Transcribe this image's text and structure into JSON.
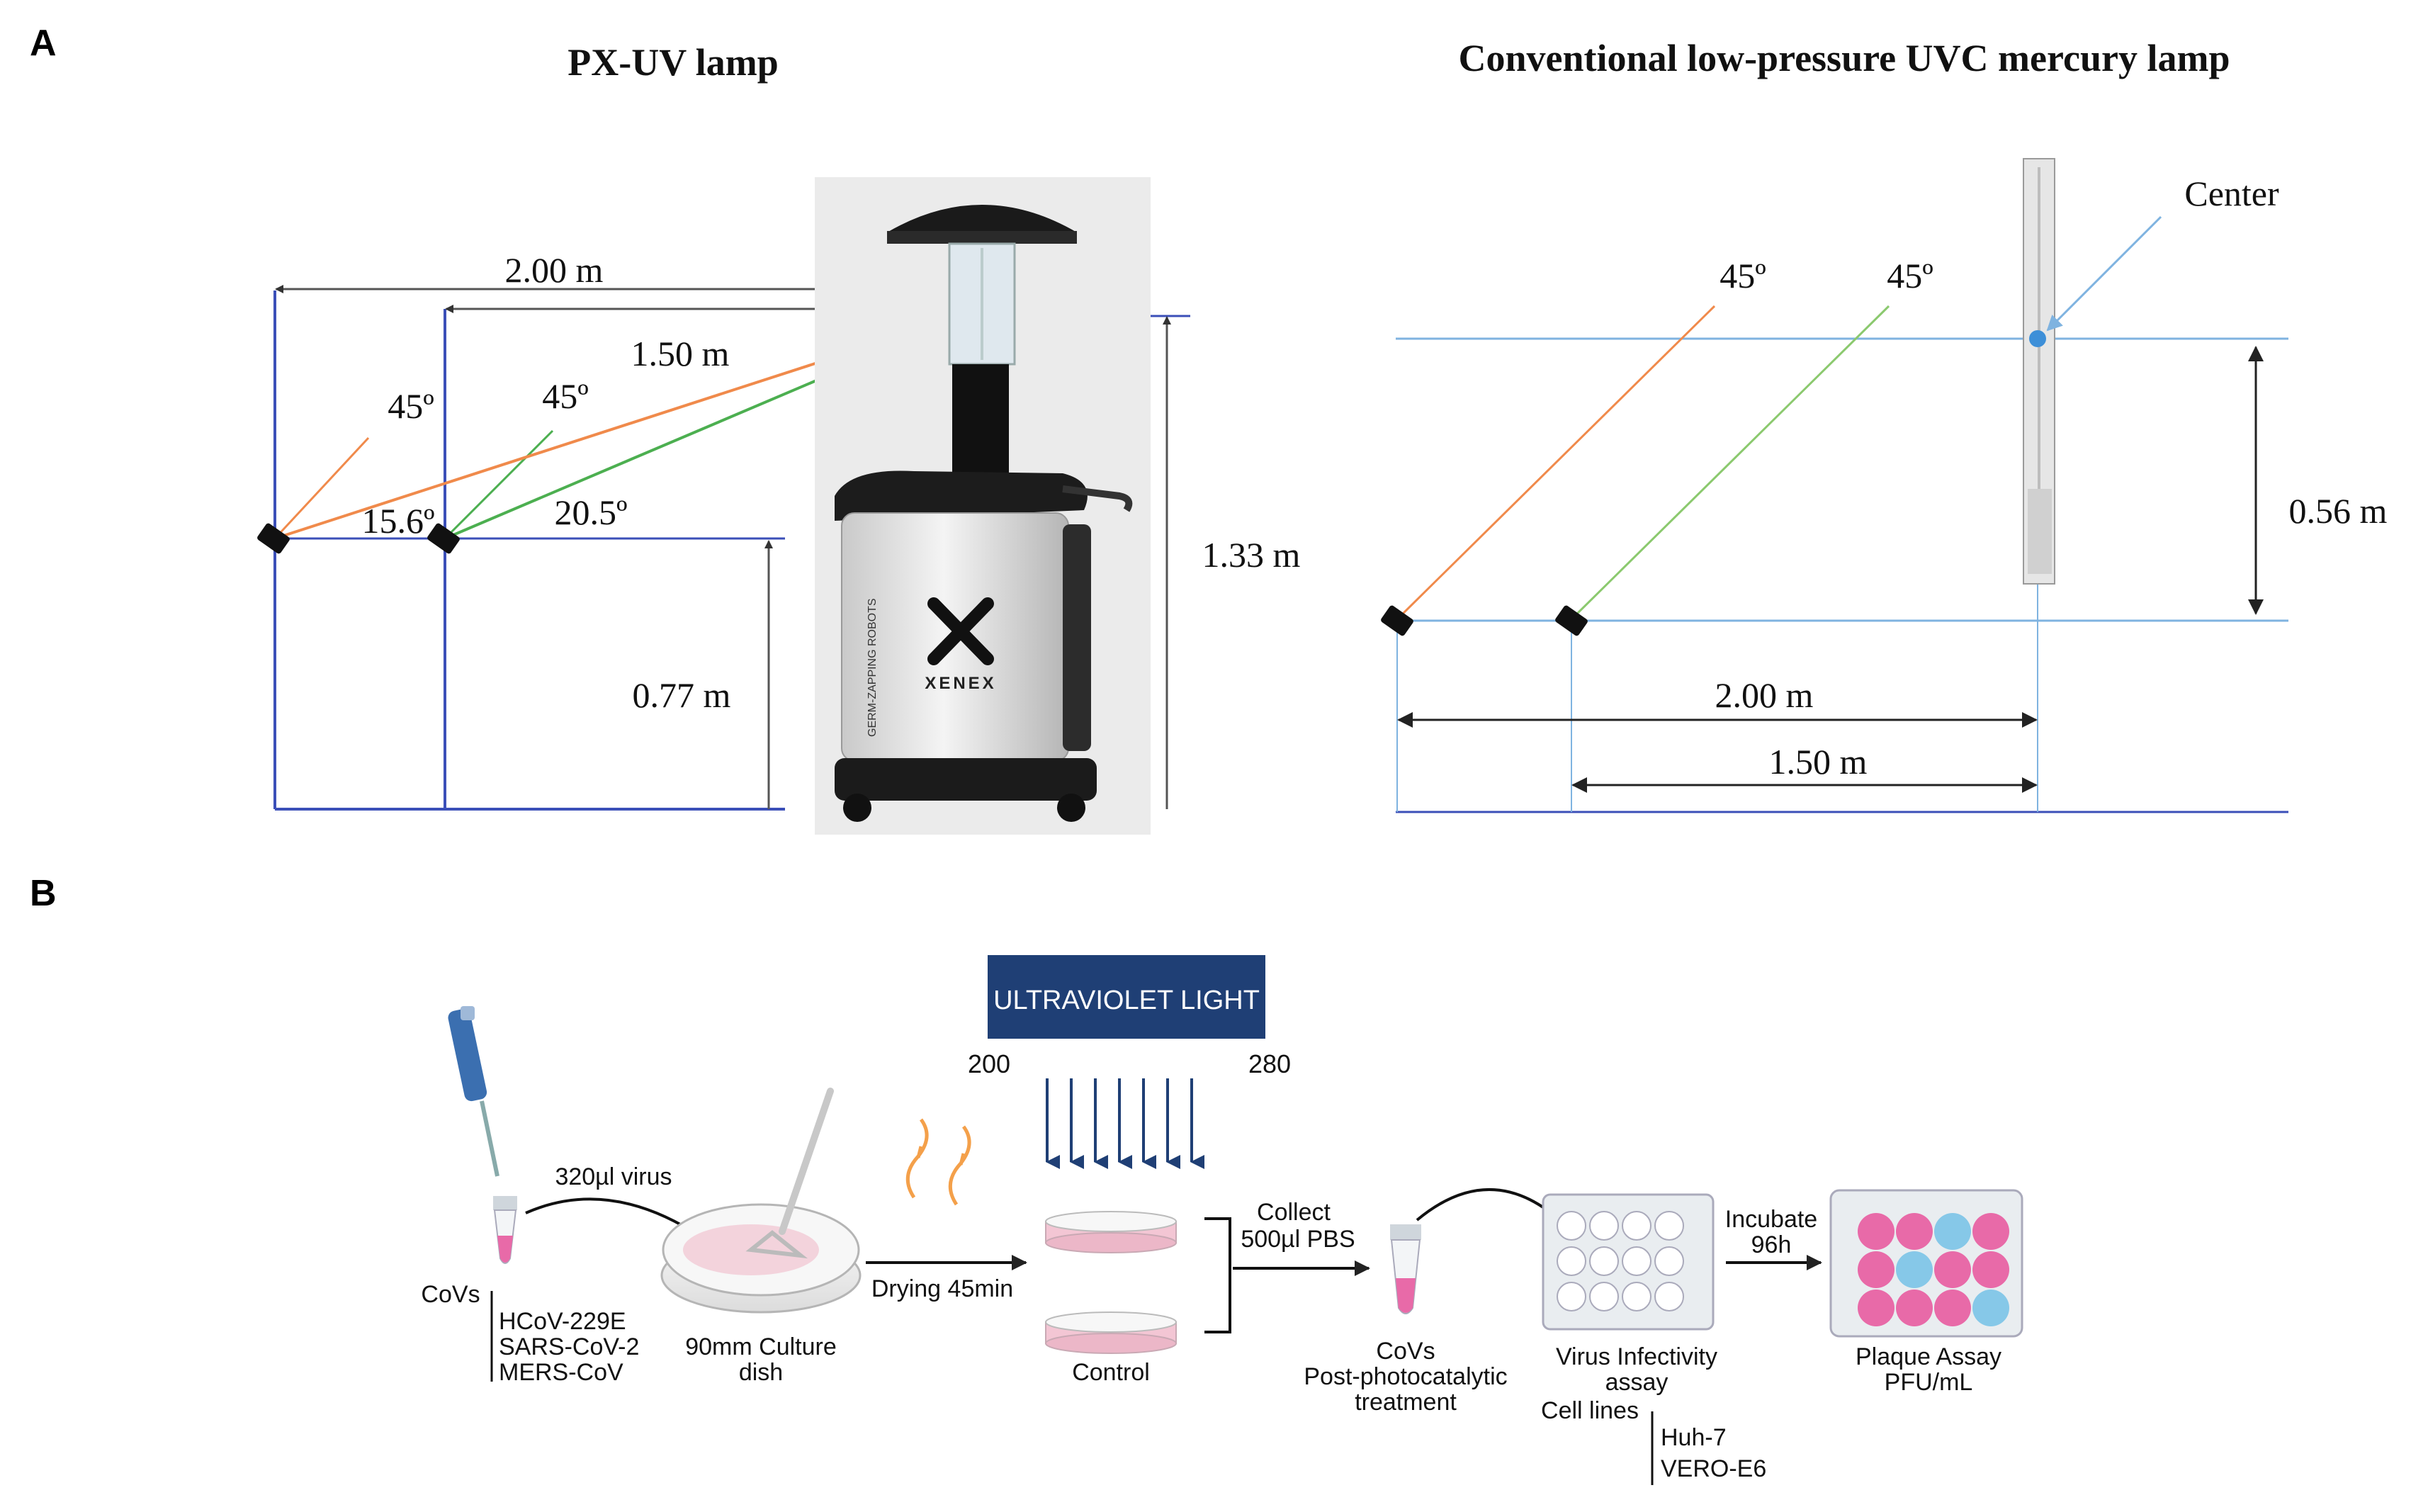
{
  "panel_a": {
    "label": "A",
    "left": {
      "title": "PX-UV lamp",
      "dist_far": "2.00 m",
      "dist_near": "1.50 m",
      "angle_1": "45º",
      "angle_2": "45º",
      "angle_3": "15.6º",
      "angle_4": "20.5º",
      "lamp_height": "1.33 m",
      "sample_height": "0.77 m",
      "device_brand": "XENEX",
      "device_side_text": "GERM-ZAPPING ROBOTS"
    },
    "right": {
      "title": "Conventional low-pressure UVC mercury lamp",
      "center_label": "Center",
      "angle_1": "45º",
      "angle_2": "45º",
      "height": "0.56 m",
      "dist_far": "2.00 m",
      "dist_near": "1.50 m"
    }
  },
  "panel_b": {
    "label": "B",
    "uv_box": "ULTRAVIOLET LIGHT",
    "wl_min": "200",
    "wl_max": "280",
    "virus_volume": "320µl virus",
    "covs": "CoVs",
    "strains": [
      "HCoV-229E",
      "SARS-CoV-2",
      "MERS-CoV"
    ],
    "dish_1": "90mm Culture",
    "dish_2": "dish",
    "drying": "Drying 45min",
    "control": "Control",
    "collect_1": "Collect",
    "collect_2": "500µl PBS",
    "post_1": "CoVs",
    "post_2": "Post-photocatalytic",
    "post_3": "treatment",
    "infect_1": "Virus Infectivity",
    "infect_2": "assay",
    "cell_lines": "Cell lines",
    "cells": [
      "Huh-7",
      "VERO-E6"
    ],
    "incubate_1": "Incubate",
    "incubate_2": "96h",
    "plaque_1": "Plaque Assay",
    "plaque_2": "PFU/mL"
  },
  "colors": {
    "blue_line": "#3b4fb8",
    "light_blue": "#7fb3e0",
    "orange": "#f08a4b",
    "green": "#4caf50",
    "light_green": "#8bc96e",
    "uv_navy": "#1f3f75",
    "pink": "#e86aa8",
    "cyan": "#86c8e8"
  }
}
